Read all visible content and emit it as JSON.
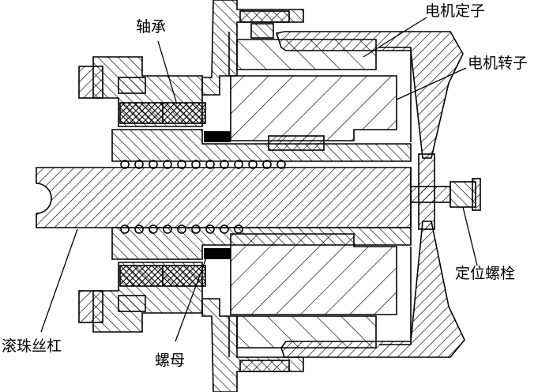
{
  "labels": {
    "bearing": "轴承",
    "stator": "电机定子",
    "rotor": "电机转子",
    "bolt": "定位螺栓",
    "screw": "滚珠丝杠",
    "nut": "螺母"
  }
}
